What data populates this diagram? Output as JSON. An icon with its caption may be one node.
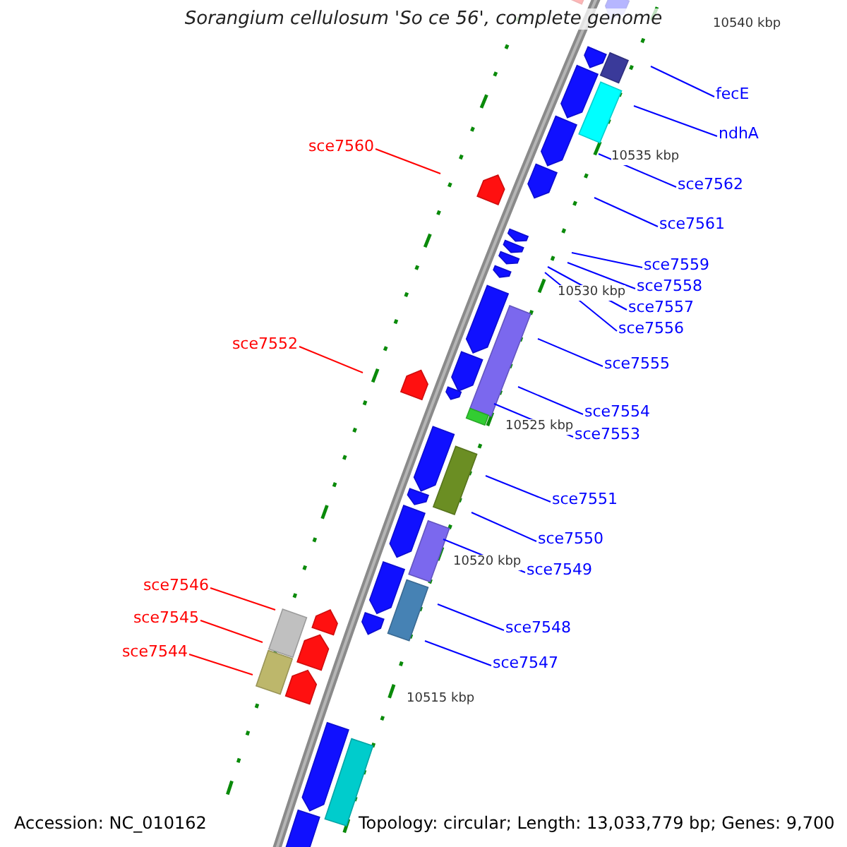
{
  "diagram": {
    "title": "Sorangium cellulosum 'So ce 56', complete genome",
    "nodes": [
      {
        "text": [
          "fecE"
        ]
      },
      {
        "text": [
          "ndhA"
        ]
      },
      {
        "text": [
          "sce7560"
        ]
      },
      {
        "text": [
          "sce7562"
        ]
      },
      {
        "text": [
          "sce7561"
        ]
      },
      {
        "text": [
          "sce7559"
        ]
      },
      {
        "text": [
          "sce7558"
        ]
      },
      {
        "text": [
          "sce7557"
        ]
      },
      {
        "text": [
          "sce7556"
        ]
      },
      {
        "text": [
          "sce7552"
        ]
      },
      {
        "text": [
          "sce7555"
        ]
      },
      {
        "text": [
          "sce7554"
        ]
      },
      {
        "text": [
          "sce7553"
        ]
      },
      {
        "text": [
          "sce7551"
        ]
      },
      {
        "text": [
          "sce7550"
        ]
      },
      {
        "text": [
          "sce7549"
        ]
      },
      {
        "text": [
          "sce7546"
        ]
      },
      {
        "text": [
          "sce7545"
        ]
      },
      {
        "text": [
          "sce7548"
        ]
      },
      {
        "text": [
          "sce7544"
        ]
      },
      {
        "text": [
          "sce7547"
        ]
      }
    ],
    "edges": [
      {
        "from": 0,
        "to": null,
        "arrow": "none"
      },
      {
        "from": 1,
        "to": null,
        "arrow": "none"
      },
      {
        "from": 2,
        "to": null,
        "arrow": "none",
        "color": "#ff0000"
      },
      {
        "from": 3,
        "to": null,
        "arrow": "none"
      },
      {
        "from": 4,
        "to": null,
        "arrow": "none"
      },
      {
        "from": 5,
        "to": null,
        "arrow": "none"
      },
      {
        "from": 6,
        "to": null,
        "arrow": "none"
      },
      {
        "from": 7,
        "to": null,
        "arrow": "none"
      },
      {
        "from": 8,
        "to": null,
        "arrow": "none"
      },
      {
        "from": 9,
        "to": null,
        "arrow": "none",
        "color": "#ff0000"
      },
      {
        "from": 10,
        "to": null,
        "arrow": "none"
      },
      {
        "from": 11,
        "to": null,
        "arrow": "none"
      },
      {
        "from": 12,
        "to": null,
        "arrow": "none"
      },
      {
        "from": 13,
        "to": null,
        "arrow": "none"
      },
      {
        "from": 14,
        "to": null,
        "arrow": "none"
      },
      {
        "from": 15,
        "to": null,
        "arrow": "none"
      },
      {
        "from": 16,
        "to": null,
        "arrow": "none",
        "color": "#ff0000"
      },
      {
        "from": 17,
        "to": null,
        "arrow": "none",
        "color": "#ff0000"
      },
      {
        "from": 18,
        "to": null,
        "arrow": "none"
      },
      {
        "from": 19,
        "to": null,
        "arrow": "none",
        "color": "#ff0000"
      },
      {
        "from": 20,
        "to": null,
        "arrow": "none"
      }
    ],
    "labels": [
      "10540 kbp",
      "10535 kbp",
      "10530 kbp",
      "10525 kbp",
      "10520 kbp",
      "10515 kbp",
      "Accession: NC_010162",
      "Topology: circular; Length: 13,033,779 bp; Genes: 9,700"
    ]
  }
}
